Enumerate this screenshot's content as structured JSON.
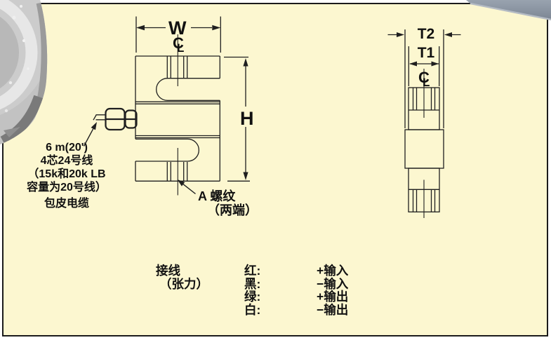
{
  "colors": {
    "panel_bg": "#FCF7D0",
    "line": "#1f1f1f",
    "photo_gray": "#c6c6c6",
    "band_gray": "#8C96A3"
  },
  "symbols": {
    "centerline_c": "C",
    "centerline_l": "L"
  },
  "front_view": {
    "width_label": "W",
    "height_label": "H",
    "thread_note": {
      "line1": "A 螺纹",
      "line2": "（两端）"
    }
  },
  "side_view": {
    "t2_label": "T2",
    "t1_label": "T1"
  },
  "cable_note": {
    "lines": [
      "6 m(20')",
      "4芯24号线",
      "（15k和20k LB",
      "容量为20号线）",
      "包皮电缆"
    ]
  },
  "wiring": {
    "title1": "接线",
    "title2": "（张力）",
    "rows": [
      {
        "wire": "红:",
        "signal": "+输入"
      },
      {
        "wire": "黑:",
        "signal": "−输入"
      },
      {
        "wire": "绿:",
        "signal": "+输出"
      },
      {
        "wire": "白:",
        "signal": "−输出"
      }
    ]
  }
}
